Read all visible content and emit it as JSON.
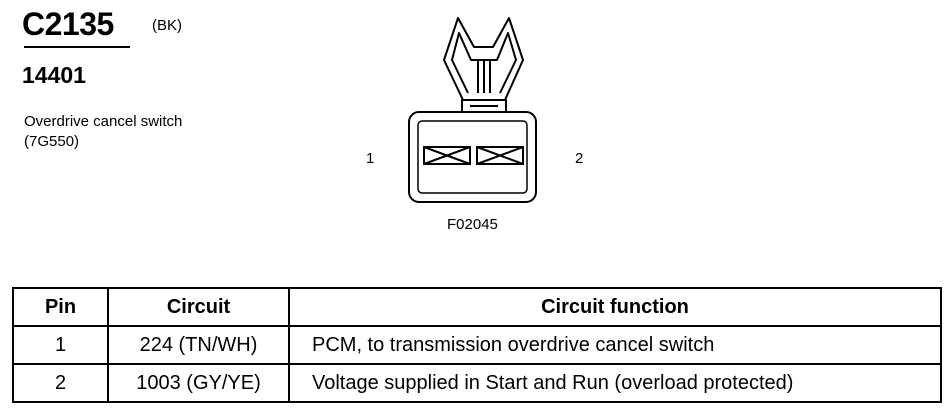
{
  "header": {
    "connector_id": "C2135",
    "color_code": "(BK)",
    "harness_number": "14401",
    "description": "Overdrive cancel switch (7G550)"
  },
  "diagram": {
    "pin_left_label": "1",
    "pin_right_label": "2",
    "figure_code": "F02045"
  },
  "table": {
    "columns": [
      "Pin",
      "Circuit",
      "Circuit function"
    ],
    "rows": [
      {
        "pin": "1",
        "circuit": "224 (TN/WH)",
        "function": "PCM, to transmission overdrive cancel switch"
      },
      {
        "pin": "2",
        "circuit": "1003 (GY/YE)",
        "function": "Voltage supplied in Start and Run (overload protected)"
      }
    ]
  }
}
